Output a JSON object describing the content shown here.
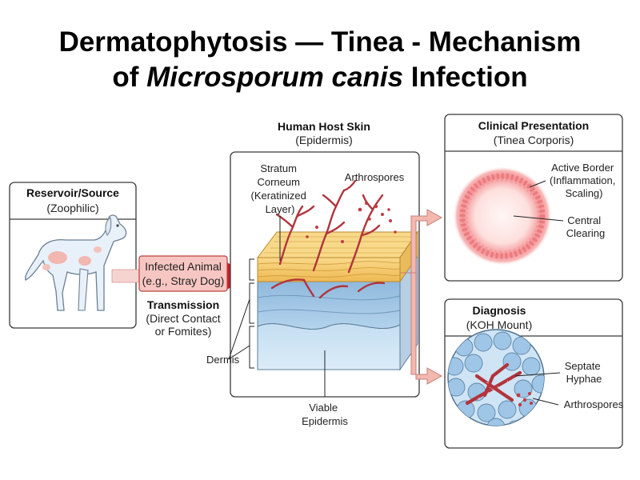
{
  "title": {
    "line1": "Dermatophytosis — Tinea - Mechanism",
    "line2_prefix": "of ",
    "line2_italic": "Microsporum canis",
    "line2_suffix": " Infection"
  },
  "reservoir": {
    "heading": "Reservoir/Source",
    "subheading": "(Zoophilic)"
  },
  "infected_animal": {
    "line1": "Infected Animal",
    "line2": "(e.g., Stray Dog)"
  },
  "transmission": {
    "heading": "Transmission",
    "line1": "(Direct Contact",
    "line2": "or Fomites)"
  },
  "host_skin": {
    "heading": "Human Host Skin",
    "subheading": "(Epidermis)",
    "stratum_corneum": [
      "Stratum",
      "Corneum",
      "(Keratinized",
      "Layer)"
    ],
    "arthrospores": "Arthrospores",
    "dermis": "Dermis",
    "viable_epidermis": [
      "Viable",
      "Epidermis"
    ]
  },
  "clinical": {
    "heading": "Clinical Presentation",
    "subheading": "(Tinea Corporis)",
    "active_border": [
      "Active Border",
      "(Inflammation,",
      "Scaling)"
    ],
    "central_clearing": [
      "Central",
      "Clearing"
    ]
  },
  "diagnosis": {
    "heading": "Diagnosis",
    "subheading": "(KOH Mount)",
    "septate_hyphae": [
      "Septate",
      "Hyphae"
    ],
    "arthrospores": "Arthrospores"
  },
  "colors": {
    "arrow_red": "#c8202a",
    "arrow_pink": "#f3b8b0",
    "keratin": "#f4c86a",
    "epidermis_blue": "#9cc3e2",
    "dermis_blue": "#c8e0f2",
    "hyphae": "#b2343c",
    "lesion": "#ef7f84"
  }
}
